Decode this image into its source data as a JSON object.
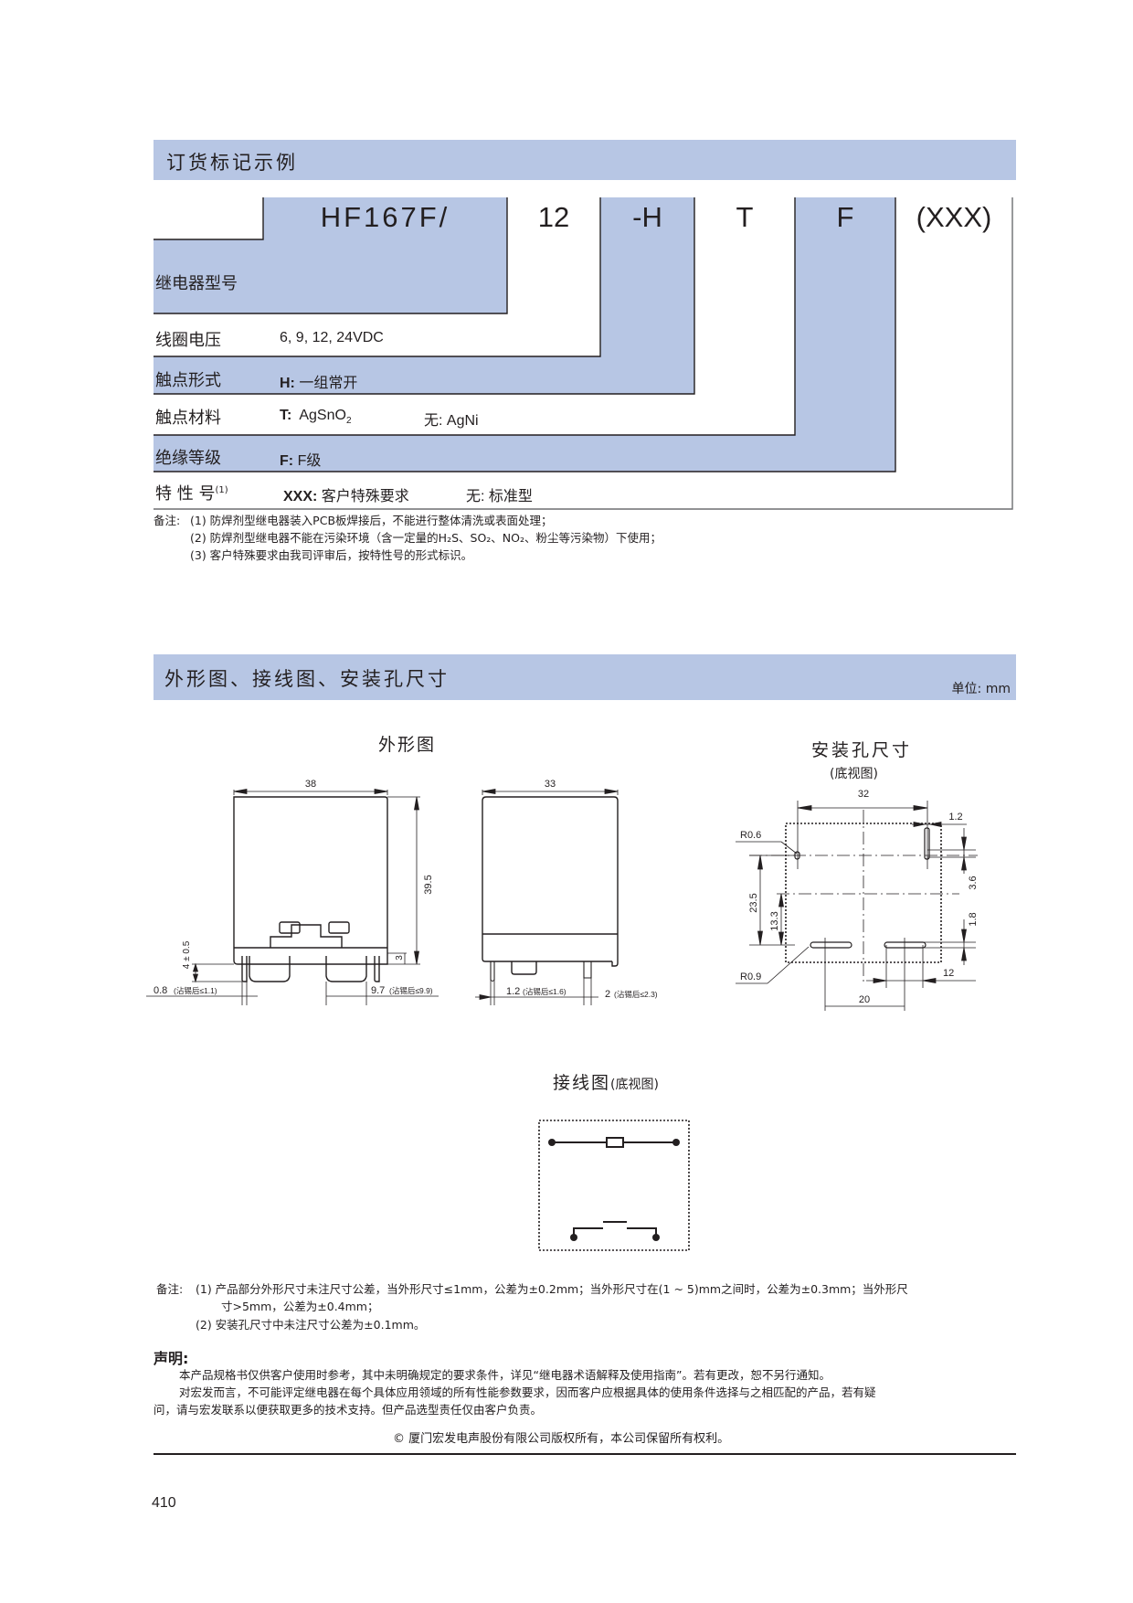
{
  "ordering": {
    "section_title": "订货标记示例",
    "code_parts": [
      "HF167F/",
      "12",
      "-H",
      "T",
      "F",
      "(XXX)"
    ],
    "rows": [
      {
        "label": "继电器型号",
        "value": ""
      },
      {
        "label": "线圈电压",
        "value": "6, 9, 12, 24VDC"
      },
      {
        "label": "触点形式",
        "key": "H:",
        "value": "一组常开"
      },
      {
        "label": "触点材料",
        "key": "T:",
        "value": "AgSnO",
        "sub": "2",
        "alt_key": "无:",
        "alt_value": "AgNi"
      },
      {
        "label": "绝缘等级",
        "key": "F:",
        "value": "F级"
      },
      {
        "label": "特 性 号",
        "sup": "(1)",
        "key": "XXX:",
        "value": "客户特殊要求",
        "alt_key": "无:",
        "alt_value": "标准型"
      }
    ],
    "notes_prefix": "备注:",
    "notes": [
      "(1) 防焊剂型继电器装入PCB板焊接后，不能进行整体清洗或表面处理；",
      "(2) 防焊剂型继电器不能在污染环境（含一定量的H₂S、SO₂、NO₂、粉尘等污染物）下使用；",
      "(3) 客户特殊要求由我司评审后，按特性号的形式标识。"
    ]
  },
  "dimensions": {
    "section_title": "外形图、接线图、安装孔尺寸",
    "unit": "单位: mm",
    "outline_title": "外形图",
    "mounting_title": "安装孔尺寸",
    "mounting_subtitle": "(底视图)",
    "wiring_title": "接线图",
    "wiring_subtitle": "(底视图)",
    "front_view": {
      "width": "38",
      "height": "39.5",
      "standoff": "3",
      "pin_len": "4 ± 0.5",
      "pin_thick": "0.8",
      "pin_thick_note": "(沾锡后≤1.1)",
      "pin_width": "9.7",
      "pin_width_note": "(沾锡后≤9.9)"
    },
    "side_view": {
      "width": "33",
      "pin_a": "1.2",
      "pin_a_note": "(沾锡后≤1.6)",
      "pin_b": "2",
      "pin_b_note": "(沾锡后≤2.3)"
    },
    "mounting": {
      "pitch_x": "32",
      "slot_w": "1.2",
      "r_small": "R0.6",
      "r_large": "R0.9",
      "pitch_y": "23.5",
      "offset_y": "13.3",
      "slot_len": "3.6",
      "slot_w2": "1.8",
      "slot_span": "12",
      "slot_pitch": "20"
    },
    "notes_prefix": "备注:",
    "notes": [
      "(1) 产品部分外形尺寸未注尺寸公差，当外形尺寸≤1mm，公差为±0.2mm；当外形尺寸在(1 ~ 5)mm之间时，公差为±0.3mm；当外形尺",
      "寸>5mm，公差为±0.4mm；",
      "(2) 安装孔尺寸中未注尺寸公差为±0.1mm。"
    ]
  },
  "statement": {
    "title": "声明:",
    "lines": [
      "本产品规格书仅供客户使用时参考，其中未明确规定的要求条件，详见“继电器术语解释及使用指南”。若有更改，恕不另行通知。",
      "对宏发而言，不可能评定继电器在每个具体应用领域的所有性能参数要求，因而客户应根据具体的使用条件选择与之相匹配的产品，若有疑",
      "问，请与宏发联系以便获取更多的技术支持。但产品选型责任仅由客户负责。"
    ],
    "copyright": "© 厦门宏发电声股份有限公司版权所有，本公司保留所有权利。"
  },
  "page_number": "410",
  "colors": {
    "header_bar": "#b7c6e4",
    "text": "#231f20"
  }
}
